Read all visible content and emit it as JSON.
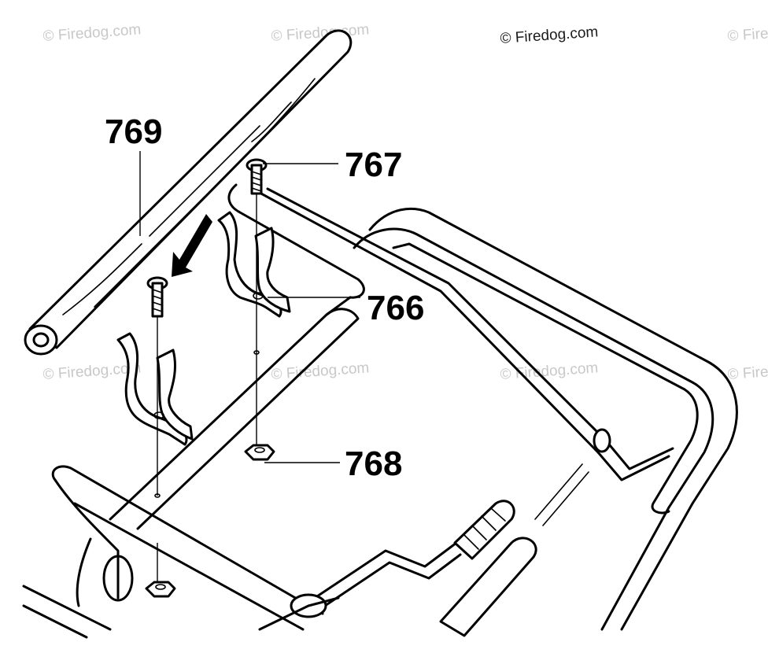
{
  "watermark": {
    "text": "© Firedog.com"
  },
  "callouts": {
    "handle_grip": "769",
    "bolt": "767",
    "bracket": "766",
    "nut": "768"
  }
}
